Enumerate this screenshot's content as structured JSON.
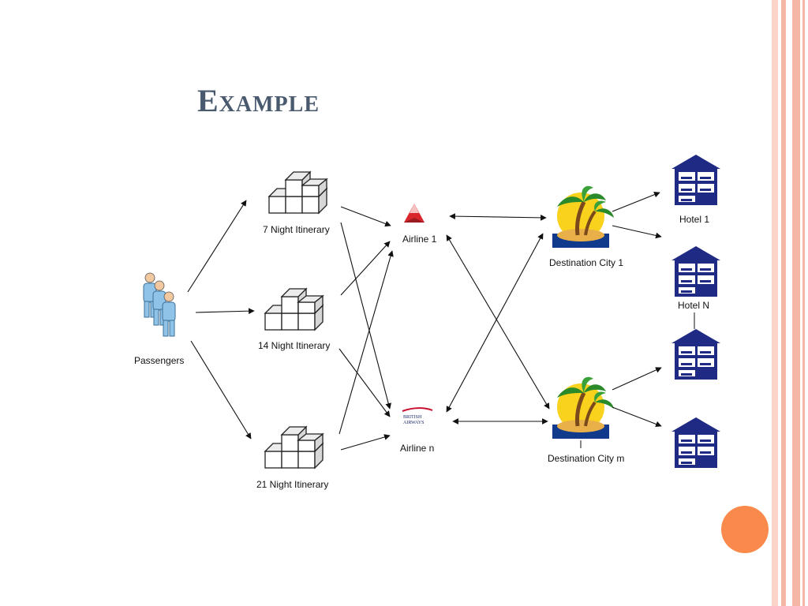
{
  "slide": {
    "title": "Example"
  },
  "diagram": {
    "passengers": "Passengers",
    "itineraries": [
      "7 Night Itinerary",
      "14 Night Itinerary",
      "21 Night Itinerary"
    ],
    "airlines": [
      "Airline 1",
      "Airline n"
    ],
    "airline_logo_text": [
      "BRITISH",
      "AIRWAYS"
    ],
    "destinations": [
      "Destination City 1",
      "Destination City m"
    ],
    "hotels": [
      "Hotel 1",
      "Hotel N"
    ]
  },
  "colors": {
    "title": "#4a5a6e",
    "frame_pink": "#f6b6a6",
    "accent_dot": "#f98a4c",
    "hotel_blue": "#1f2a84",
    "box_outline": "#222222",
    "person_blue": "#8fc3e8"
  },
  "icons": {
    "passengers": "people-group-icon",
    "itinerary": "stacked-cubes-icon",
    "airline_1": "delta-logo-icon",
    "airline_n": "british-airways-logo-icon",
    "destination": "palm-island-icon",
    "hotel": "hotel-building-icon"
  }
}
